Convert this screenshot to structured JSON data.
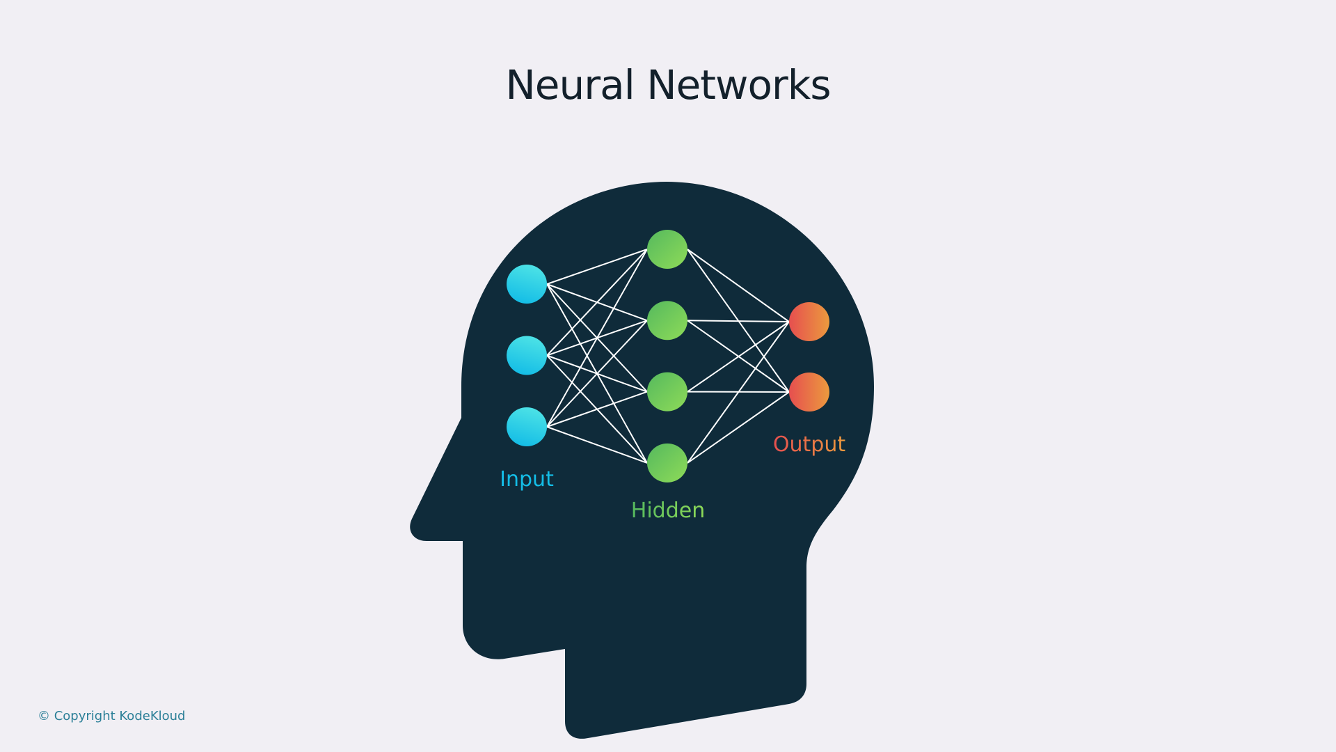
{
  "slide": {
    "title": "Neural Networks",
    "copyright": "© Copyright KodeKloud"
  },
  "colors": {
    "background": "#f1eff4",
    "head": "#0f2b3a",
    "title": "#13202b",
    "connection": "#ffffff",
    "input_node_light": "#4ee3e6",
    "input_node_dark": "#14bde6",
    "hidden_node_dark": "#55b95e",
    "hidden_node_light": "#8edb58",
    "output_node_left": "#e64f4f",
    "output_node_right": "#eb9a3e",
    "copyright": "#2b7f97"
  },
  "network": {
    "layers": [
      {
        "name": "input",
        "label": "Input",
        "node_count": 3
      },
      {
        "name": "hidden",
        "label": "Hidden",
        "node_count": 4
      },
      {
        "name": "output",
        "label": "Output",
        "node_count": 2
      }
    ],
    "fully_connected": true
  }
}
